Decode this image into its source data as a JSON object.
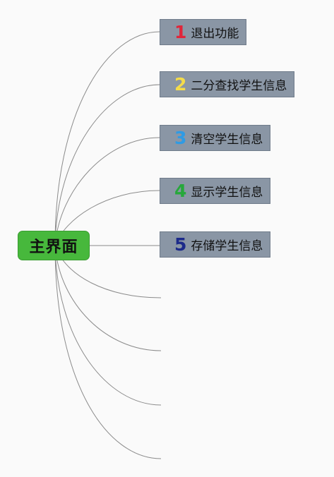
{
  "root": {
    "label": "主界面"
  },
  "topics": [
    {
      "number": "1",
      "label": "退出功能",
      "color": "#e0263a"
    },
    {
      "number": "2",
      "label": "二分查找学生信息",
      "color": "#f4dc4a"
    },
    {
      "number": "3",
      "label": "清空学生信息",
      "color": "#2f9be4"
    },
    {
      "number": "4",
      "label": "显示学生信息",
      "color": "#27a83b"
    },
    {
      "number": "5",
      "label": "存储学生信息",
      "color": "#1c2a8a"
    }
  ],
  "colors": {
    "root_fill": "#47b83c",
    "topic_fill": "#8a96a5",
    "connector": "#8b8b8b",
    "background": "#fafafa"
  }
}
